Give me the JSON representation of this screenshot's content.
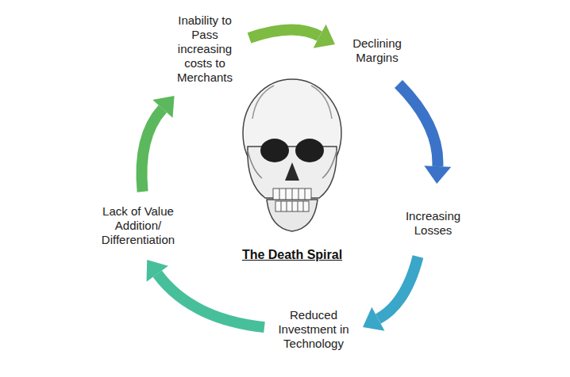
{
  "diagram": {
    "title": "The Death Spiral",
    "nodes": [
      {
        "text": [
          "Inability to Pass increasing costs to Merchants"
        ]
      },
      {
        "text": [
          "Declining Margins"
        ]
      },
      {
        "text": [
          "Increasing Losses"
        ]
      },
      {
        "text": [
          "Reduced Investment in Technology"
        ]
      },
      {
        "text": [
          "Lack of Value Addition/ Differentiation"
        ]
      }
    ],
    "edges": [
      {
        "from": 0,
        "to": 1,
        "arrow": "to"
      },
      {
        "from": 1,
        "to": 2,
        "arrow": "to"
      },
      {
        "from": 2,
        "to": 3,
        "arrow": "to"
      },
      {
        "from": 3,
        "to": 4,
        "arrow": "to"
      },
      {
        "from": 4,
        "to": 0,
        "arrow": "to"
      }
    ]
  }
}
